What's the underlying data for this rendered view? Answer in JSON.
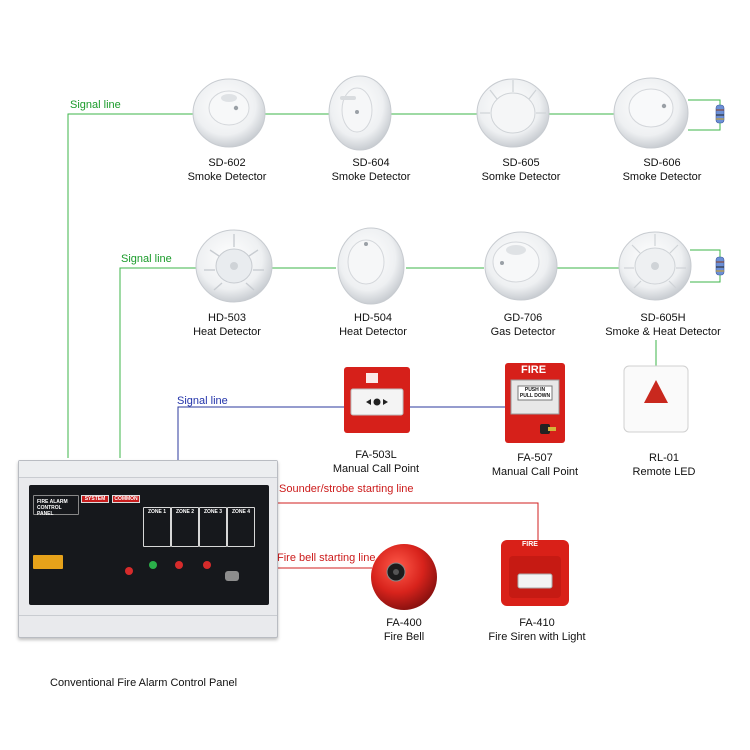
{
  "signal_lines": [
    "Signal line",
    "Signal line",
    "Signal line"
  ],
  "sounder_line": "Sounder/strobe starting line",
  "fire_bell_line": "Fire bell starting line",
  "detectors_row1": [
    {
      "model": "SD-602",
      "desc": "Smoke Detector"
    },
    {
      "model": "SD-604",
      "desc": "Smoke Detector"
    },
    {
      "model": "SD-605",
      "desc": "Somke Detector"
    },
    {
      "model": "SD-606",
      "desc": "Smoke Detector"
    }
  ],
  "detectors_row2": [
    {
      "model": "HD-503",
      "desc": "Heat Detector"
    },
    {
      "model": "HD-504",
      "desc": "Heat Detector"
    },
    {
      "model": "GD-706",
      "desc": "Gas Detector"
    },
    {
      "model": "SD-605H",
      "desc": "Smoke & Heat Detector"
    }
  ],
  "call_points": [
    {
      "model": "FA-503L",
      "desc": "Manual Call Point"
    },
    {
      "model": "FA-507",
      "desc": "Manual Call Point",
      "sign": "FIRE",
      "plate": "PUSH IN PULL DOWN"
    }
  ],
  "remote_led": {
    "model": "RL-01",
    "desc": "Remote LED"
  },
  "fire_bell": {
    "model": "FA-400",
    "desc": "Fire Bell"
  },
  "siren": {
    "model": "FA-410",
    "desc": "Fire Siren with Light",
    "sign": "FIRE"
  },
  "panel": {
    "caption": "Conventional Fire Alarm Control Panel",
    "brand": "FIRE ALARM CONTROL PANEL",
    "system": "SYSTEM",
    "common": "COMMON",
    "zones": [
      "ZONE 1",
      "ZONE 2",
      "ZONE 3",
      "ZONE 4"
    ]
  },
  "colors": {
    "green_line": "#3cb54a",
    "blue_line": "#2b3a9e",
    "red_line": "#d11f1f",
    "label_green": "#1a9b2a"
  }
}
